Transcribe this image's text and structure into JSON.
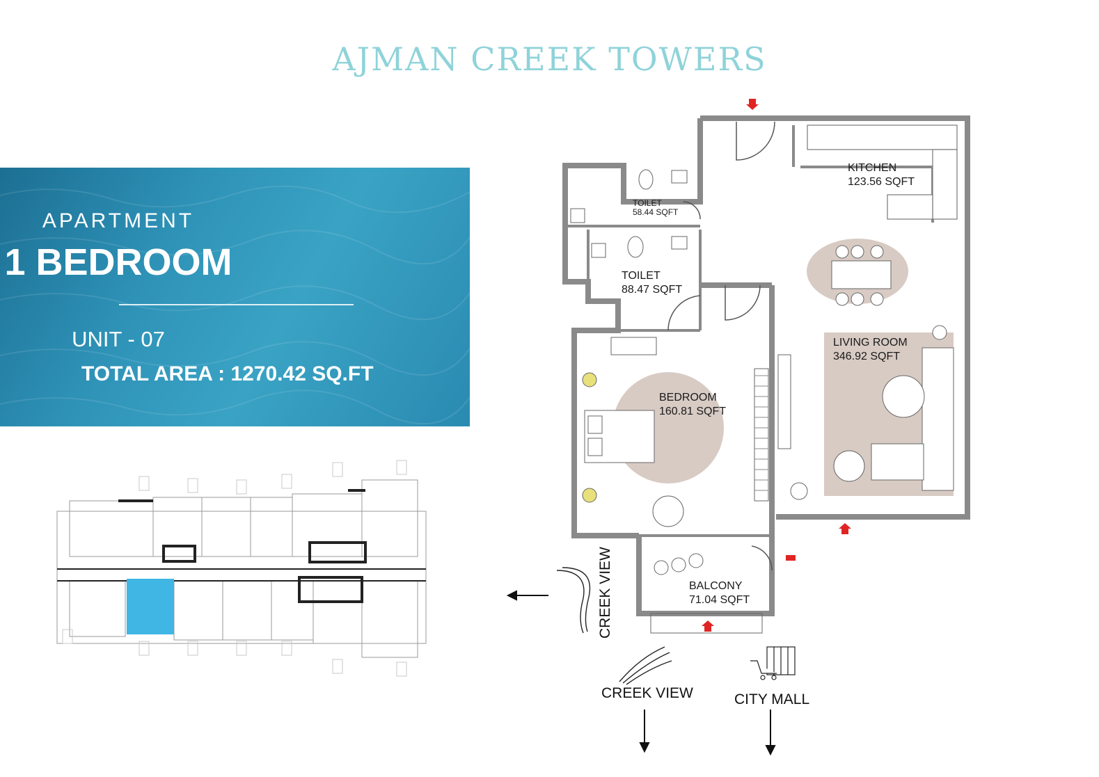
{
  "project": {
    "title": "AJMAN CREEK TOWERS"
  },
  "colors": {
    "title": "#8fd3d9",
    "panel": "#2a8ab1",
    "highlight_unit": "#3fb6e4",
    "room_fill": "#d8cbc4",
    "walls": "#8a8a8a"
  },
  "unit": {
    "kicker": "APARTMENT",
    "type": "1 BEDROOM",
    "unit_number": "UNIT - 07",
    "total_area": "TOTAL AREA : 1270.42 SQ.FT"
  },
  "rooms": {
    "kitchen": {
      "name": "KITCHEN",
      "area": "123.56 SQFT"
    },
    "toilet_small": {
      "name": "TOILET",
      "area": "58.44 SQFT"
    },
    "toilet": {
      "name": "TOILET",
      "area": "88.47 SQFT"
    },
    "bedroom": {
      "name": "BEDROOM",
      "area": "160.81 SQFT"
    },
    "living": {
      "name": "LIVING ROOM",
      "area": "346.92 SQFT"
    },
    "balcony": {
      "name": "BALCONY",
      "area": "71.04 SQFT"
    }
  },
  "directions": {
    "creek_view_left": "CREEK VIEW",
    "creek_view_bottom": "CREEK VIEW",
    "city_mall": "CITY MALL"
  },
  "icons": [
    "wave-icon",
    "city-mall-icon",
    "arrow-left-icon",
    "arrow-down-icon",
    "entry-marker-icon"
  ]
}
